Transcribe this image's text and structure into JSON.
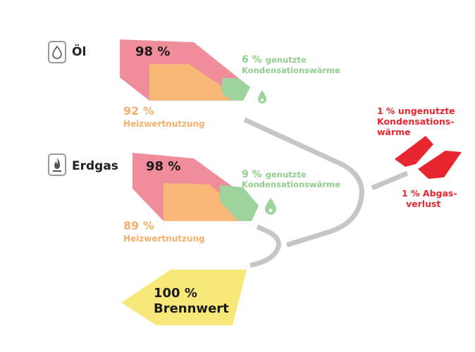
{
  "colors": {
    "pink": "#ef8e9a",
    "orange": "#f8b878",
    "green": "#9dd39c",
    "yellow": "#f8e87a",
    "red": "#e8262f",
    "gray": "#c4c6c8"
  },
  "oil": {
    "fuel_label": "Öl",
    "fuel_icon": "oil-drop-icon",
    "total_pct": "98 %",
    "heat_pct": "92 %",
    "heat_label": "Heizwertnutzung",
    "cond_pct": "6 %",
    "cond_label_1": "genutzte",
    "cond_label_2": "Kondensationswärme"
  },
  "gas": {
    "fuel_label": "Erdgas",
    "fuel_icon": "gas-flame-icon",
    "total_pct": "98 %",
    "heat_pct": "89 %",
    "heat_label": "Heizwertnutzung",
    "cond_pct": "9 %",
    "cond_label_1": "genutzte",
    "cond_label_2": "Kondensationswärme"
  },
  "losses": {
    "unused_line1": "1 % ungenutzte",
    "unused_line2": "Kondensations-",
    "unused_line3": "wärme",
    "flue_line1": "1 % Abgas-",
    "flue_line2": "verlust"
  },
  "source": {
    "pct": "100 %",
    "label": "Brennwert"
  }
}
